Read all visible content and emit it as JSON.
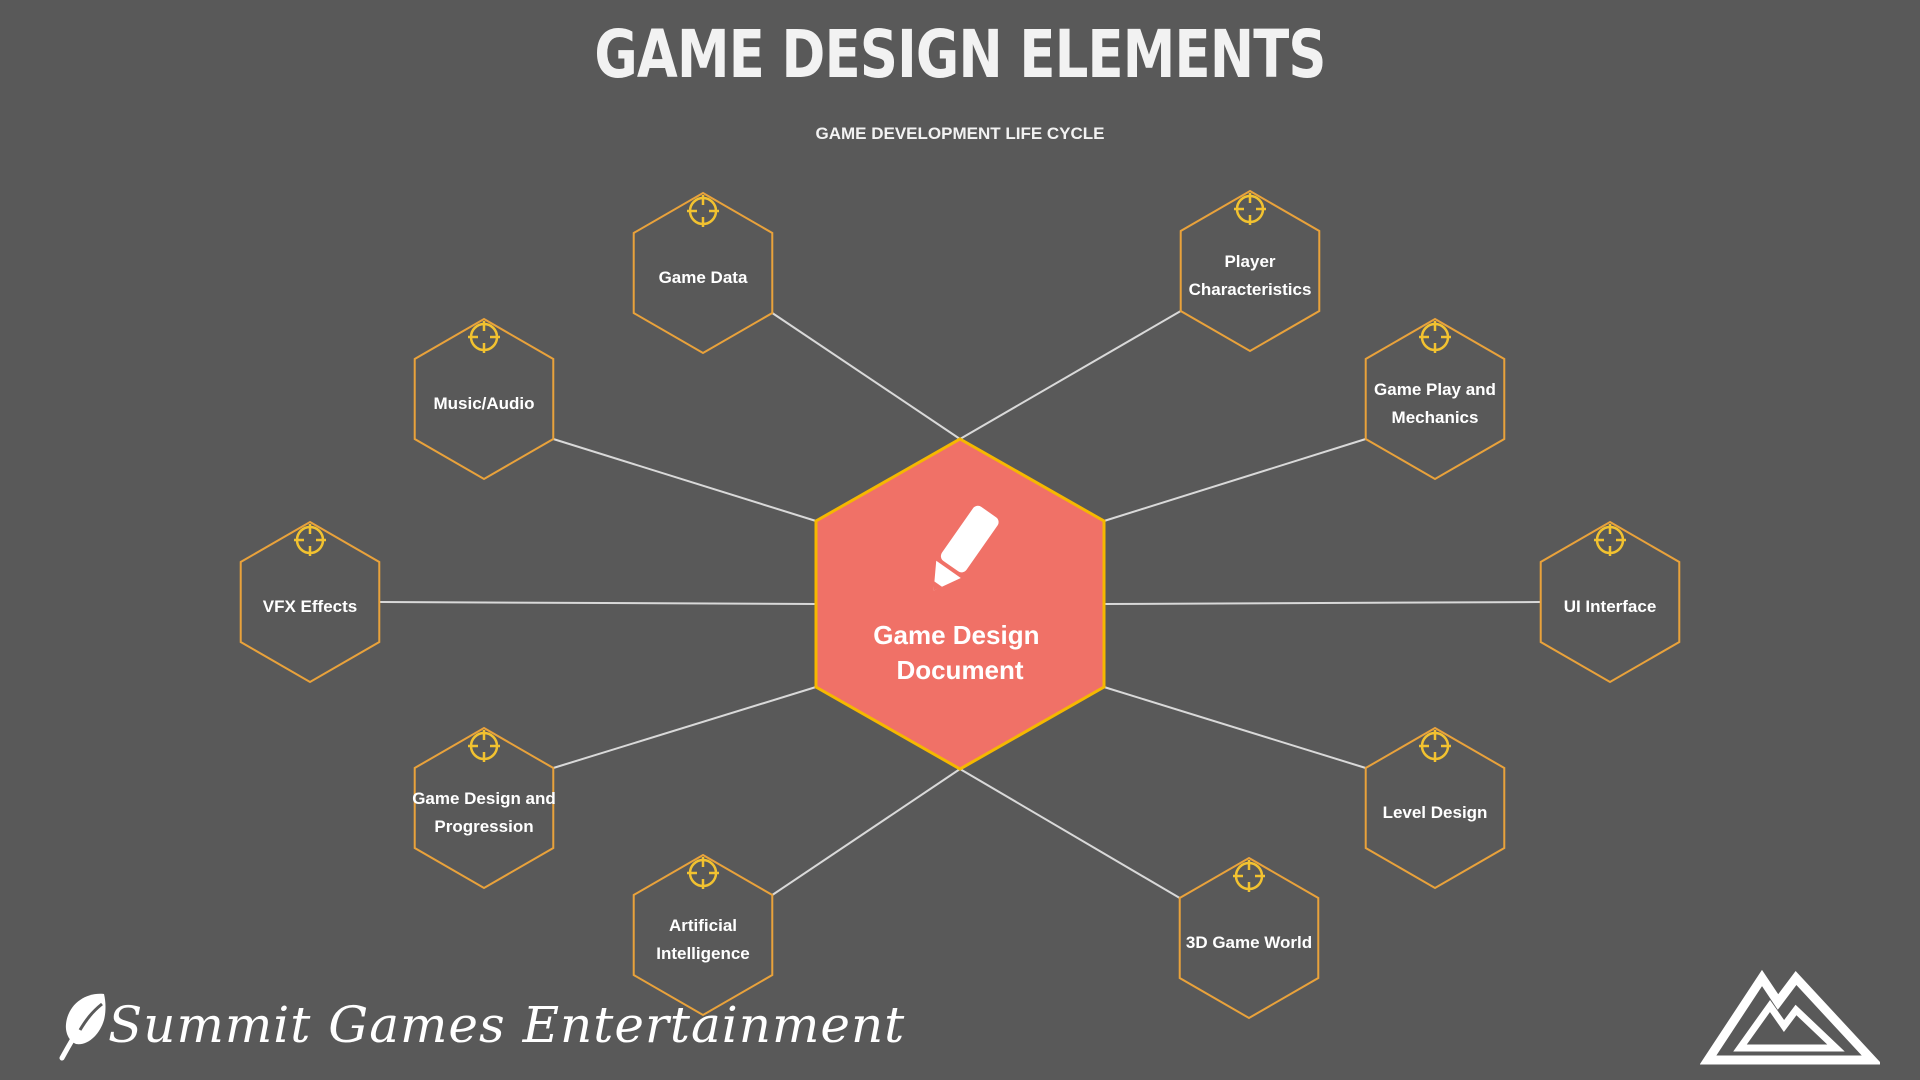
{
  "title": "GAME DESIGN ELEMENTS",
  "subtitle": "GAME DEVELOPMENT LIFE CYCLE",
  "center": {
    "lines": [
      "Game Design",
      "Document"
    ],
    "icon": "pencil-icon",
    "fill": "#F07167",
    "stroke": "#F5B800"
  },
  "node_style": {
    "stroke": "#E9A23B",
    "icon_color": "#F2C230",
    "icon": "crosshair-icon",
    "connector": "#D9D9D9"
  },
  "nodes": [
    {
      "key": "game-data",
      "lines": [
        "Game Data"
      ]
    },
    {
      "key": "player-characteristics",
      "lines": [
        "Player",
        "Characteristics"
      ]
    },
    {
      "key": "music-audio",
      "lines": [
        "Music/Audio"
      ]
    },
    {
      "key": "game-play-mechanics",
      "lines": [
        "Game Play and",
        "Mechanics"
      ]
    },
    {
      "key": "vfx-effects",
      "lines": [
        "VFX Effects"
      ]
    },
    {
      "key": "ui-interface",
      "lines": [
        "UI Interface"
      ]
    },
    {
      "key": "game-design-progression",
      "lines": [
        "Game Design and",
        "Progression"
      ]
    },
    {
      "key": "level-design",
      "lines": [
        "Level Design"
      ]
    },
    {
      "key": "artificial-intelligence",
      "lines": [
        "Artificial",
        "Intelligence"
      ]
    },
    {
      "key": "3d-game-world",
      "lines": [
        "3D Game World"
      ]
    }
  ],
  "footer": {
    "brand": "Summit Games Entertainment",
    "brand_icon": "feather-icon",
    "corner_logo": "mountain-logo"
  }
}
